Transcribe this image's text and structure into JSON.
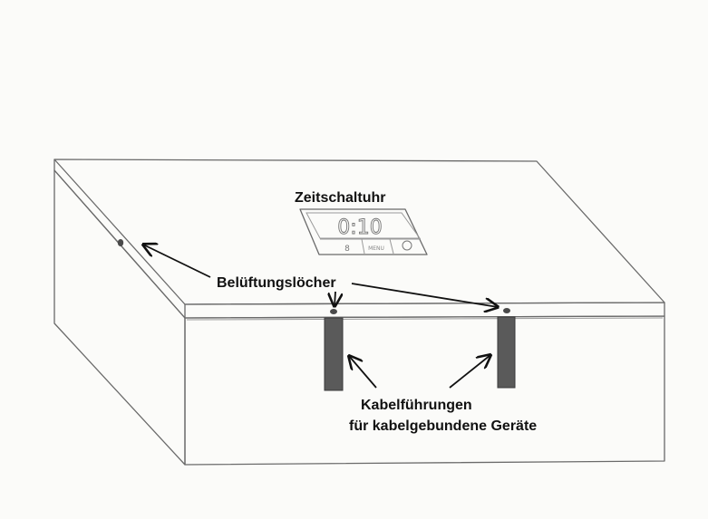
{
  "labels": {
    "timer": "Zeitschaltuhr",
    "vents": "Belüftungslöcher",
    "cable_line1": "Kabelführungen",
    "cable_line2": "für kabelgebundene Geräte"
  },
  "timer_display": {
    "time": "0:10",
    "button_left": "8",
    "button_middle": "MENU"
  },
  "colors": {
    "pencil": "#6a6a6a",
    "cable_slot": "#555555",
    "paper": "#fbfbf9"
  }
}
